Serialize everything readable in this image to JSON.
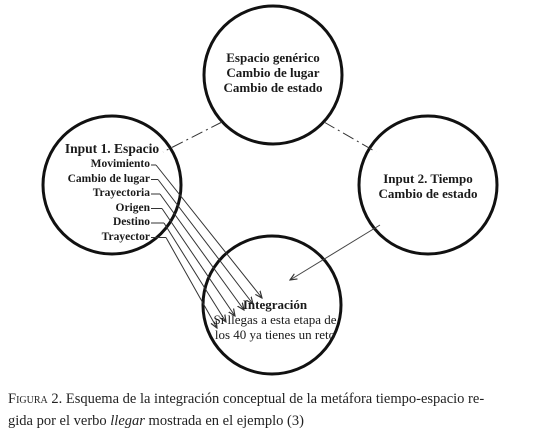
{
  "generic_space": {
    "title": "Espacio genérico",
    "line1": "Cambio de lugar",
    "line2": "Cambio de estado"
  },
  "input1": {
    "title": "Input 1. Espacio",
    "elements": [
      "Movimiento",
      "Cambio de lugar",
      "Trayectoria",
      "Origen",
      "Destino",
      "Trayector"
    ]
  },
  "input2": {
    "title": "Input 2. Tiempo",
    "line1": "Cambio de estado"
  },
  "blend": {
    "title": "Integración",
    "line1": "Si llegas a esta etapa de",
    "line2": "los 40 ya tienes un reto"
  },
  "caption": {
    "label": "Figura 2.",
    "text_before_italic": " Esquema de la integración conceptual de la metáfora tiempo-espacio re-",
    "text_line2_start": "gida por el verbo ",
    "italic_word": "llegar",
    "text_after_italic": " mostrada en el ejemplo (3)"
  }
}
